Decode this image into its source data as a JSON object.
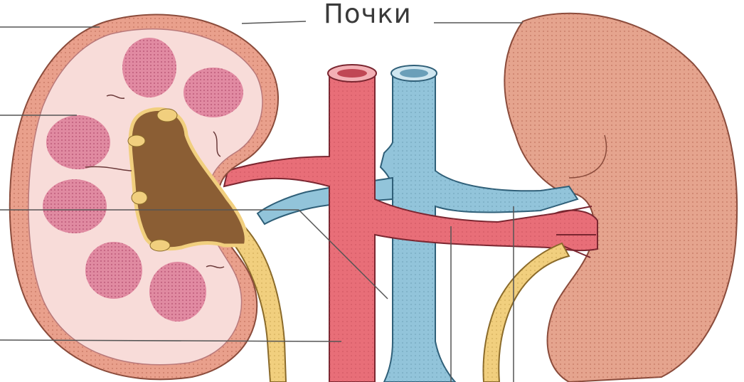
{
  "title": "Почки",
  "colors": {
    "artery": "#e8707a",
    "vein": "#8fc3d9",
    "ureter": "#f1cf7e",
    "kidney_outer": "#e9a08c",
    "kidney_cut": "#f7d8d7",
    "pyramids": "#d8708e",
    "pelvis": "#8b5e34",
    "leader_lines": "#555555"
  },
  "icons": {
    "left": "kidney-cross-section",
    "right": "kidney-exterior",
    "vessels": "aorta-and-vena-cava"
  }
}
